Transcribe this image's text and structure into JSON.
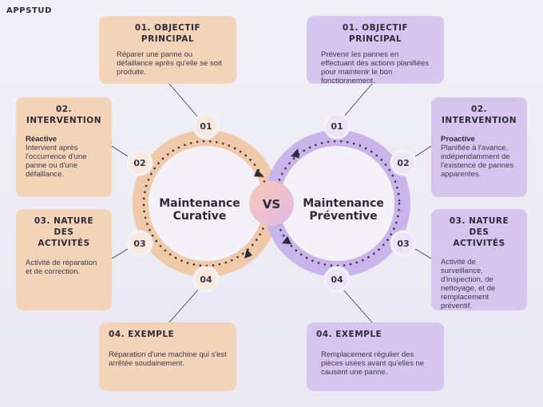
{
  "brand": "APPSTUD",
  "vs": "VS",
  "curative": {
    "title_line1": "Maintenance",
    "title_line2": "Curative",
    "card1": {
      "title": "01. OBJECTIF PRINCIPAL",
      "body": "Réparer une panne ou défaillance après qu'elle se soit produite."
    },
    "card2": {
      "title": "02. INTERVENTION",
      "strong": "Réactive",
      "body": "Intervient après l'occurrence d'une panne ou d'une défaillance."
    },
    "card3": {
      "title": "03. NATURE DES ACTIVITÉS",
      "body": "Activité de réparation et de correction."
    },
    "card4": {
      "title": "04. EXEMPLE",
      "body": "Réparation d'une machine qui s'est arrêtée soudainement."
    }
  },
  "preventive": {
    "title_line1": "Maintenance",
    "title_line2": "Préventive",
    "card1": {
      "title": "01. OBJECTIF PRINCIPAL",
      "body": "Prévenir les pannes en effectuant des actions planifiées pour maintenir le bon fonctionnement."
    },
    "card2": {
      "title": "02. INTERVENTION",
      "strong": "Proactive",
      "body": "Planifiée à l'avance, indépendamment de l'existence de pannes apparentes."
    },
    "card3": {
      "title": "03. NATURE DES ACTIVITÉS",
      "body": "Activité de surveillance, d'inspection, de nettoyage, et de remplacement préventif."
    },
    "card4": {
      "title": "04. EXEMPLE",
      "body": "Remplacement régulier des pièces usées avant qu'elles ne causent une panne."
    }
  },
  "numbers": [
    "01",
    "02",
    "03",
    "04"
  ],
  "colors": {
    "curative": "#f3d4b8",
    "curative_ring": "#f0c9a8",
    "preventive": "#d6c5ef",
    "preventive_ring": "#c9b5eb"
  }
}
